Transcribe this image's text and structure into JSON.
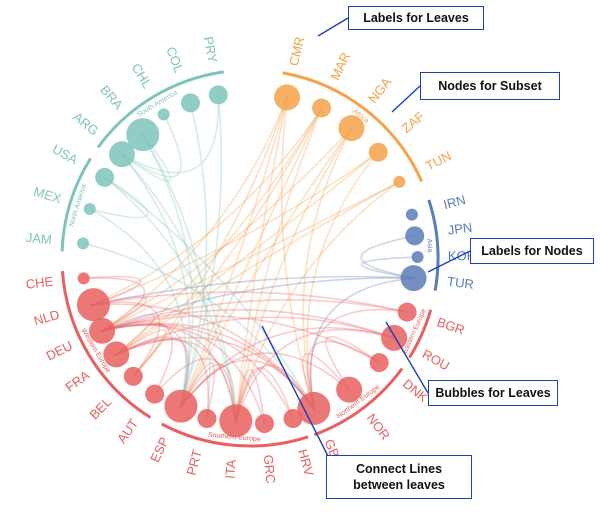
{
  "colors": {
    "Africa": "#f5a24a",
    "Asia": "#5a7db6",
    "Eastern Europe": "#e8605f",
    "Northern Europe": "#e8605f",
    "Southern Europe": "#e8605f",
    "Western Europe": "#e8605f",
    "North America": "#7ec4bd",
    "South America": "#7ec4bd",
    "callout_border": "#1a3fbf",
    "callout_line": "#1a3fbf"
  },
  "groups": [
    {
      "name": "Africa",
      "leaves": [
        {
          "label": "CMR",
          "size": 3
        },
        {
          "label": "MAR",
          "size": 2
        },
        {
          "label": "NGA",
          "size": 3
        },
        {
          "label": "ZAF",
          "size": 2
        },
        {
          "label": "TUN",
          "size": 1
        }
      ]
    },
    {
      "name": "Asia",
      "leaves": [
        {
          "label": "IRN",
          "size": 1
        },
        {
          "label": "JPN",
          "size": 2
        },
        {
          "label": "KOR",
          "size": 1
        },
        {
          "label": "TUR",
          "size": 3
        }
      ]
    },
    {
      "name": "Eastern Europe",
      "leaves": [
        {
          "label": "BGR",
          "size": 2
        },
        {
          "label": "ROU",
          "size": 3
        }
      ]
    },
    {
      "name": "Northern Europe",
      "leaves": [
        {
          "label": "DNK",
          "size": 2
        },
        {
          "label": "NOR",
          "size": 3
        },
        {
          "label": "GBR",
          "size": 4
        }
      ]
    },
    {
      "name": "Southern Europe",
      "leaves": [
        {
          "label": "HRV",
          "size": 2
        },
        {
          "label": "GRC",
          "size": 2
        },
        {
          "label": "ITA",
          "size": 4
        },
        {
          "label": "PRT",
          "size": 2
        },
        {
          "label": "ESP",
          "size": 4
        }
      ]
    },
    {
      "name": "Western Europe",
      "leaves": [
        {
          "label": "AUT",
          "size": 2
        },
        {
          "label": "BEL",
          "size": 2
        },
        {
          "label": "FRA",
          "size": 3
        },
        {
          "label": "DEU",
          "size": 3
        },
        {
          "label": "NLD",
          "size": 4
        },
        {
          "label": "CHE",
          "size": 1
        }
      ]
    },
    {
      "name": "North America",
      "leaves": [
        {
          "label": "JAM",
          "size": 1
        },
        {
          "label": "MEX",
          "size": 1
        },
        {
          "label": "USA",
          "size": 2
        }
      ]
    },
    {
      "name": "South America",
      "leaves": [
        {
          "label": "ARG",
          "size": 3
        },
        {
          "label": "BRA",
          "size": 4
        },
        {
          "label": "CHL",
          "size": 1
        },
        {
          "label": "COL",
          "size": 2
        },
        {
          "label": "PRY",
          "size": 2
        }
      ]
    }
  ],
  "links": [
    [
      "CMR",
      "ESP"
    ],
    [
      "CMR",
      "ITA"
    ],
    [
      "CMR",
      "DEU"
    ],
    [
      "CMR",
      "GBR"
    ],
    [
      "CMR",
      "BEL"
    ],
    [
      "MAR",
      "ESP"
    ],
    [
      "MAR",
      "FRA"
    ],
    [
      "MAR",
      "BEL"
    ],
    [
      "MAR",
      "NLD"
    ],
    [
      "MAR",
      "ITA"
    ],
    [
      "NGA",
      "GBR"
    ],
    [
      "NGA",
      "ITA"
    ],
    [
      "NGA",
      "DEU"
    ],
    [
      "NGA",
      "ESP"
    ],
    [
      "ZAF",
      "GBR"
    ],
    [
      "ZAF",
      "NLD"
    ],
    [
      "ZAF",
      "FRA"
    ],
    [
      "TUN",
      "FRA"
    ],
    [
      "TUN",
      "ITA"
    ],
    [
      "TUN",
      "DEU"
    ],
    [
      "TUR",
      "DEU"
    ],
    [
      "TUR",
      "NLD"
    ],
    [
      "TUR",
      "GBR"
    ],
    [
      "KOR",
      "TUR"
    ],
    [
      "JPN",
      "TUR"
    ],
    [
      "BGR",
      "DEU"
    ],
    [
      "BGR",
      "GBR"
    ],
    [
      "BGR",
      "NLD"
    ],
    [
      "ROU",
      "ITA"
    ],
    [
      "ROU",
      "ESP"
    ],
    [
      "ROU",
      "DEU"
    ],
    [
      "ROU",
      "FRA"
    ],
    [
      "DNK",
      "NOR"
    ],
    [
      "DNK",
      "GBR"
    ],
    [
      "DNK",
      "DEU"
    ],
    [
      "NOR",
      "GBR"
    ],
    [
      "NOR",
      "ESP"
    ],
    [
      "GBR",
      "ESP"
    ],
    [
      "GBR",
      "ITA"
    ],
    [
      "GBR",
      "NLD"
    ],
    [
      "GBR",
      "FRA"
    ],
    [
      "GBR",
      "DEU"
    ],
    [
      "HRV",
      "ITA"
    ],
    [
      "HRV",
      "DEU"
    ],
    [
      "GRC",
      "ITA"
    ],
    [
      "GRC",
      "DEU"
    ],
    [
      "ITA",
      "ESP"
    ],
    [
      "ITA",
      "FRA"
    ],
    [
      "ITA",
      "DEU"
    ],
    [
      "PRT",
      "ESP"
    ],
    [
      "PRT",
      "FRA"
    ],
    [
      "ESP",
      "FRA"
    ],
    [
      "ESP",
      "DEU"
    ],
    [
      "AUT",
      "DEU"
    ],
    [
      "AUT",
      "ITA"
    ],
    [
      "BEL",
      "NLD"
    ],
    [
      "BEL",
      "FRA"
    ],
    [
      "FRA",
      "DEU"
    ],
    [
      "DEU",
      "NLD"
    ],
    [
      "NLD",
      "CHE"
    ],
    [
      "DEU",
      "CHE"
    ],
    [
      "USA",
      "GBR"
    ],
    [
      "USA",
      "MEX"
    ],
    [
      "USA",
      "ITA"
    ],
    [
      "MEX",
      "ESP"
    ],
    [
      "JAM",
      "GBR"
    ],
    [
      "ARG",
      "ESP"
    ],
    [
      "ARG",
      "ITA"
    ],
    [
      "BRA",
      "PRT"
    ],
    [
      "BRA",
      "ESP"
    ],
    [
      "BRA",
      "ARG"
    ],
    [
      "CHL",
      "ARG"
    ],
    [
      "COL",
      "ESP"
    ],
    [
      "PRY",
      "ARG"
    ],
    [
      "PRY",
      "ESP"
    ]
  ],
  "callouts": {
    "leaves": "Labels for Leaves",
    "subset": "Nodes for Subset",
    "nodes": "Labels for Nodes",
    "bubbles": "Bubbles for Leaves",
    "lines": "Connect Lines between leaves"
  }
}
